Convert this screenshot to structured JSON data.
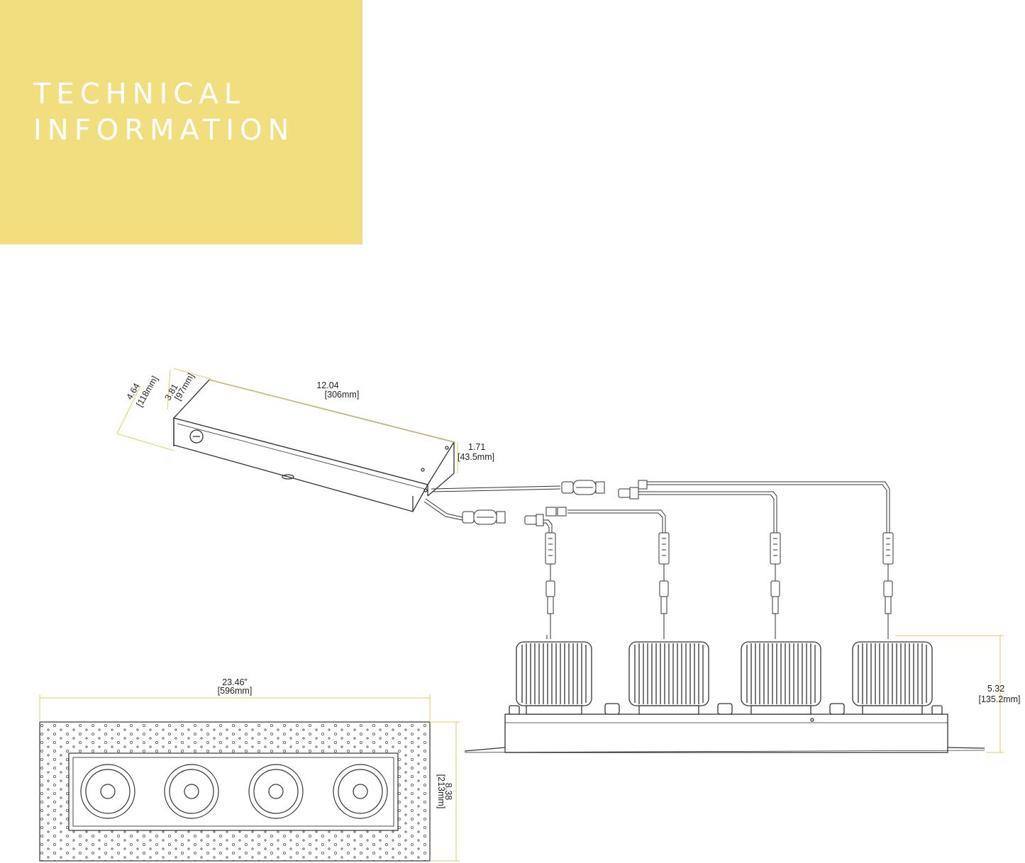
{
  "header": {
    "title_line1": "TECHNICAL",
    "title_line2": "INFORMATION",
    "background_color": "#f1df7f",
    "text_color": "#ffffff"
  },
  "colors": {
    "dimension_line": "#e2cf62",
    "drawing_line": "#333333"
  },
  "driver_box": {
    "length": "12.04",
    "length_mm": "[306mm]",
    "height": "1.71",
    "height_mm": "[43.5mm]",
    "width": "3.81",
    "width_mm": "[97mm]",
    "depth": "4.64",
    "depth_mm": "[118mm]"
  },
  "fixture_side": {
    "height": "5.32",
    "height_mm": "[135.2mm]"
  },
  "fixture_top": {
    "length": "23.46”",
    "length_mm": "[596mm]",
    "width": "8.38",
    "width_mm": "[213mm]"
  }
}
